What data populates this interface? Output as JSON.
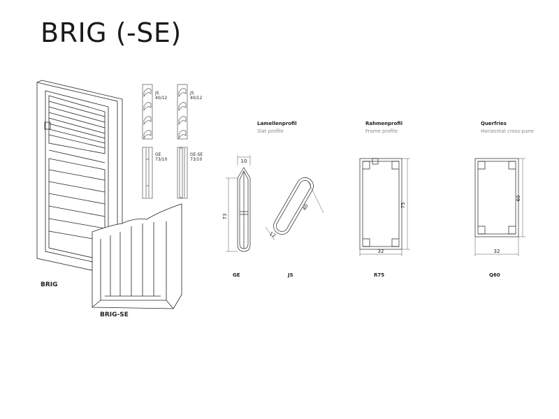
{
  "title": "BRIG (-SE)",
  "drawings": {
    "brig_label": "BRIG",
    "brig_se_label": "BRIG-SE"
  },
  "small_profiles": [
    {
      "code": "JS",
      "size": "40/12"
    },
    {
      "code": "JS",
      "size": "40/12"
    },
    {
      "code": "GE",
      "size": "73/10"
    },
    {
      "code": "GE-SE",
      "size": "73/10"
    }
  ],
  "sections": {
    "slat": {
      "heading": "Lamellenprofil",
      "subheading": "Slat profile"
    },
    "frame": {
      "heading": "Rahmenprofil",
      "subheading": "Frame profile"
    },
    "cross": {
      "heading": "Querfries",
      "subheading": "Horizontal cross-pane"
    }
  },
  "profiles": [
    {
      "code": "GE",
      "dims": {
        "width": "10",
        "height": "73"
      }
    },
    {
      "code": "JS",
      "dims": {
        "width": "12",
        "height": "40"
      }
    },
    {
      "code": "R75",
      "dims": {
        "width": "32",
        "height": "75"
      }
    },
    {
      "code": "Q60",
      "dims": {
        "width": "32",
        "height": "60"
      }
    }
  ]
}
